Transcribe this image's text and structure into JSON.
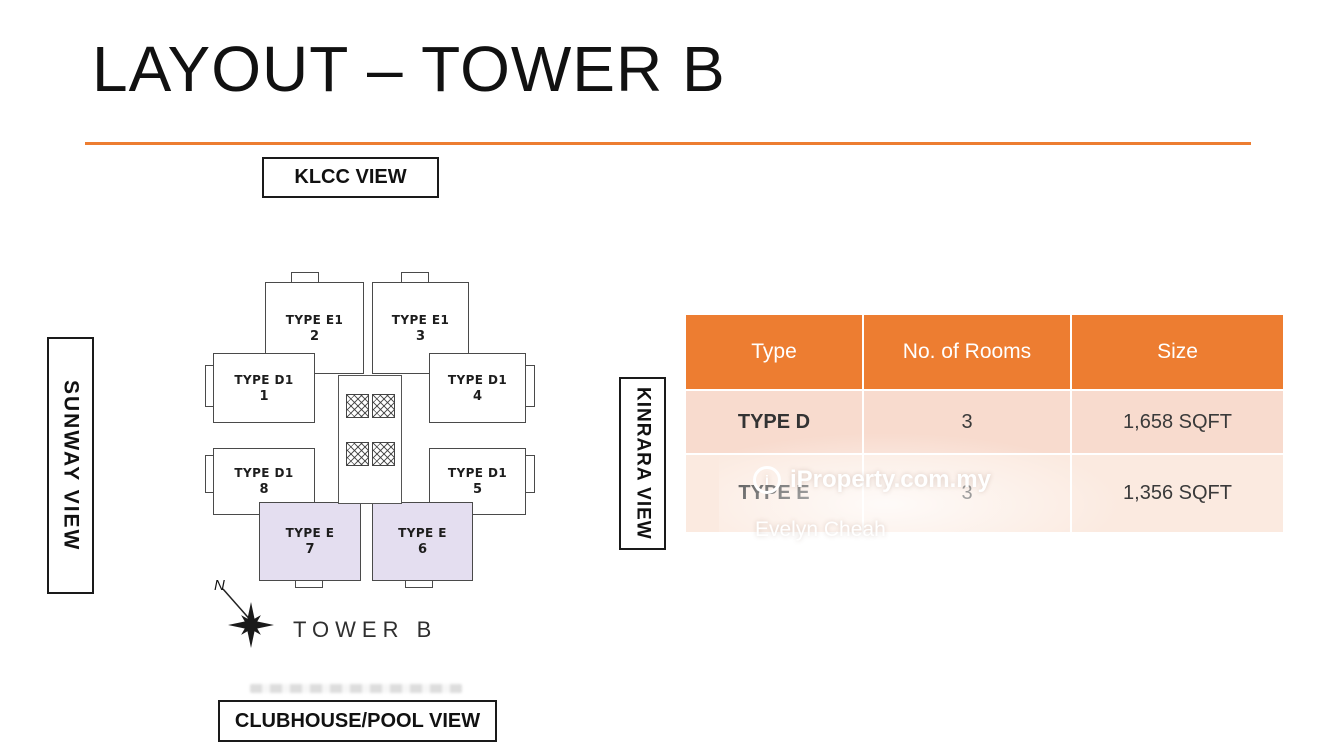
{
  "slide": {
    "title": "LAYOUT – TOWER B"
  },
  "view_labels": {
    "top": "KLCC VIEW",
    "left": "SUNWAY VIEW",
    "right": "KINRARA VIEW",
    "bottom": "CLUBHOUSE/POOL VIEW"
  },
  "floorplan": {
    "tower_label": "TOWER B",
    "compass_label": "N",
    "units": [
      {
        "type": "TYPE E1",
        "number": "2"
      },
      {
        "type": "TYPE E1",
        "number": "3"
      },
      {
        "type": "TYPE D1",
        "number": "1"
      },
      {
        "type": "TYPE D1",
        "number": "4"
      },
      {
        "type": "TYPE D1",
        "number": "8"
      },
      {
        "type": "TYPE D1",
        "number": "5"
      },
      {
        "type": "TYPE E",
        "number": "7"
      },
      {
        "type": "TYPE E",
        "number": "6"
      }
    ]
  },
  "table": {
    "headers": [
      "Type",
      "No. of Rooms",
      "Size"
    ],
    "rows": [
      [
        "TYPE D",
        "3",
        "1,658 SQFT"
      ],
      [
        "TYPE E",
        "3",
        "1,356 SQFT"
      ]
    ]
  },
  "watermark": {
    "logo_letter": "i",
    "brand": "iProperty.com.my",
    "agent": "Evelyn Cheah"
  },
  "colors": {
    "accent_orange": "#ED7D31",
    "table_header_bg": "#ED7D31",
    "table_row1_bg": "#F8DBCE",
    "table_row2_bg": "#FBEAE0",
    "unit_highlight": "#E4DEF0"
  }
}
